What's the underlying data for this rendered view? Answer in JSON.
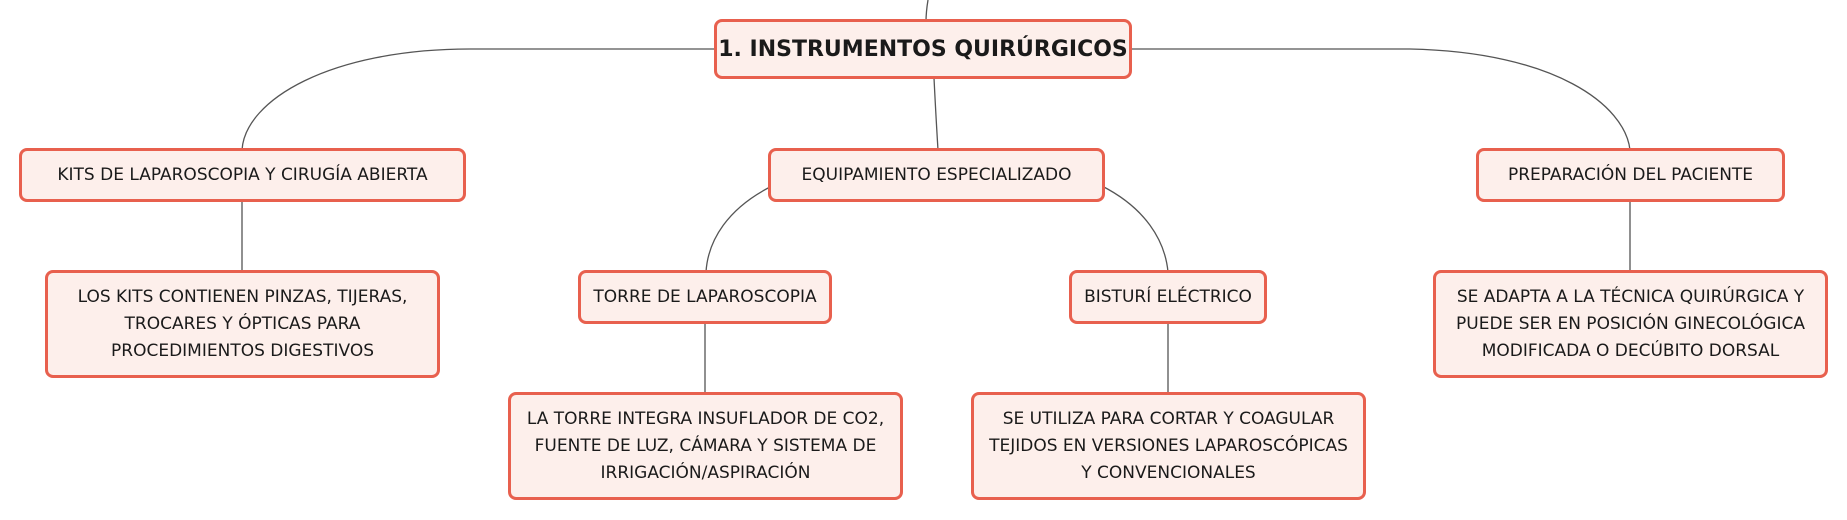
{
  "colors": {
    "node_border": "#e8604e",
    "node_fill": "#fdefeb",
    "connector": "#555555"
  },
  "mindmap": {
    "root": {
      "label": "1. INSTRUMENTOS QUIRÚRGICOS"
    },
    "branches": [
      {
        "label": "KITS DE LAPAROSCOPIA Y CIRUGÍA ABIERTA",
        "detail": "LOS KITS CONTIENEN PINZAS, TIJERAS, TROCARES Y ÓPTICAS PARA PROCEDIMIENTOS DIGESTIVOS"
      },
      {
        "label": "EQUIPAMIENTO ESPECIALIZADO",
        "children": [
          {
            "label": "TORRE DE LAPAROSCOPIA",
            "detail": "LA TORRE INTEGRA INSUFLADOR DE CO2, FUENTE DE LUZ, CÁMARA Y SISTEMA DE IRRIGACIÓN/ASPIRACIÓN"
          },
          {
            "label": "BISTURÍ ELÉCTRICO",
            "detail": "SE UTILIZA PARA CORTAR Y COAGULAR TEJIDOS EN VERSIONES LAPAROSCÓPICAS Y CONVENCIONALES"
          }
        ]
      },
      {
        "label": "PREPARACIÓN DEL PACIENTE",
        "detail": "SE ADAPTA A LA TÉCNICA QUIRÚRGICA Y PUEDE SER EN POSICIÓN GINECOLÓGICA MODIFICADA O DECÚBITO DORSAL"
      }
    ]
  }
}
